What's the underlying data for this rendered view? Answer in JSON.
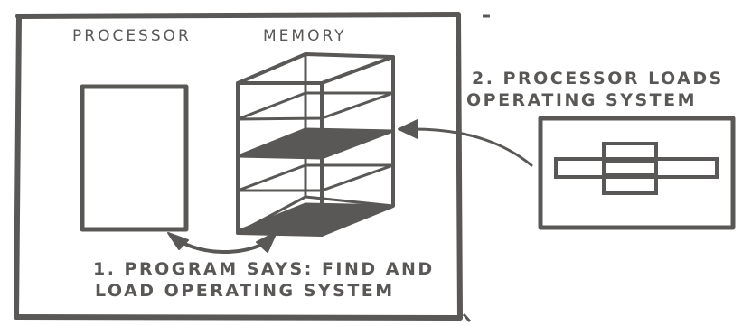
{
  "labels": {
    "processor": "PROCESSOR",
    "memory": "MEMORY",
    "step1_line1": "1. PROGRAM SAYS: FIND AND",
    "step1_line2": "LOAD OPERATING SYSTEM",
    "step2_line1": "2. PROCESSOR LOADS",
    "step2_line2": "OPERATING SYSTEM"
  },
  "colors": {
    "ink": "#5a5856",
    "background": "#ffffff"
  }
}
